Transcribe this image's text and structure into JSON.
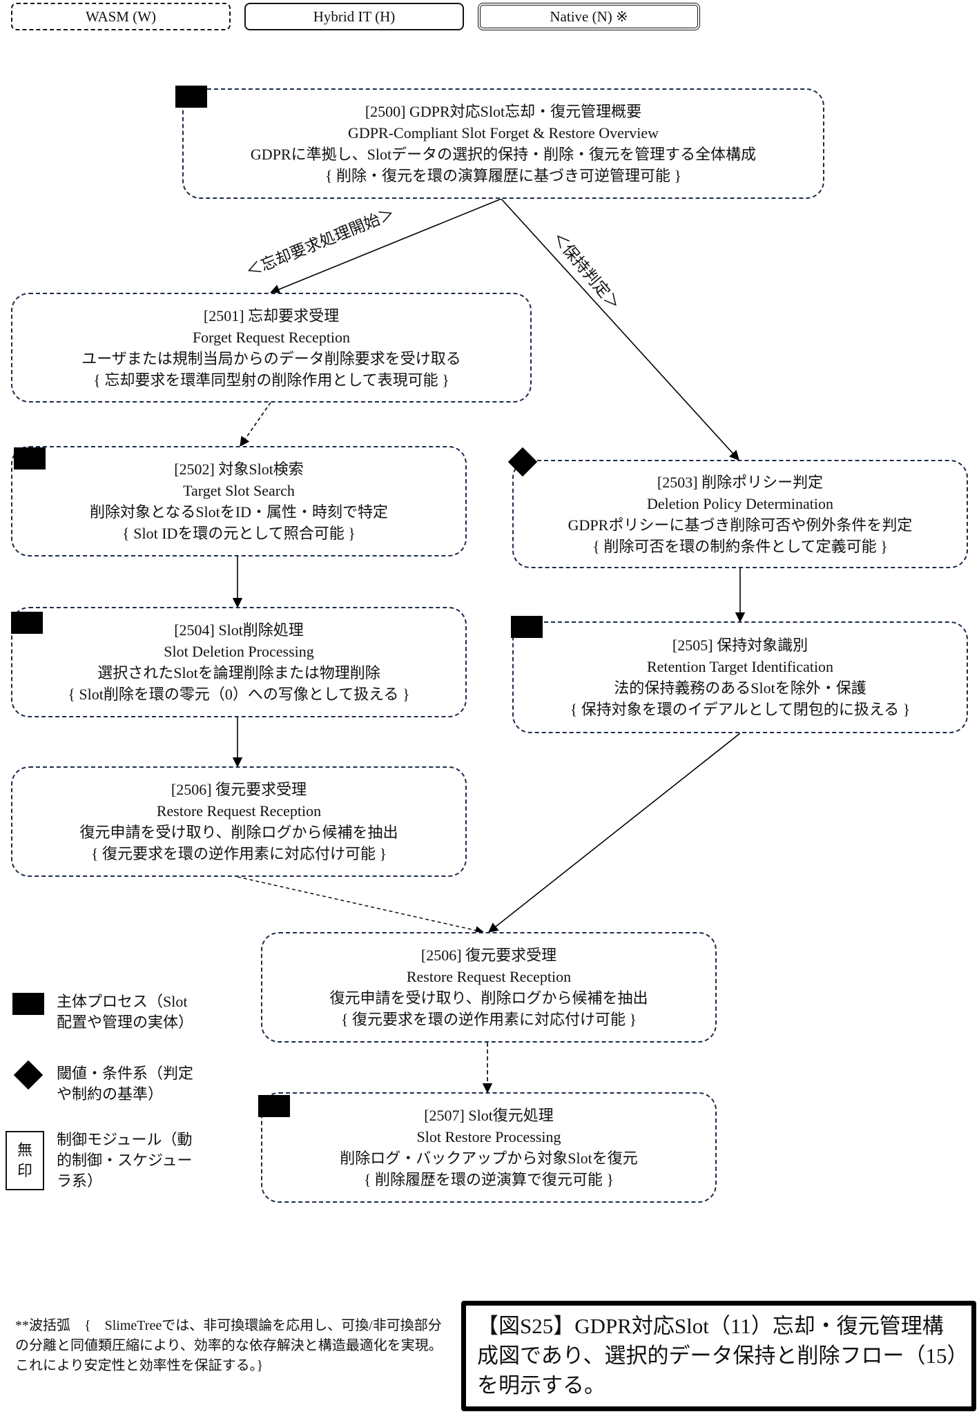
{
  "legend_top": {
    "wasm": "WASM (W)",
    "hybrid": "Hybrid IT (H)",
    "native": "Native (N) ※"
  },
  "nodes": {
    "n2500": {
      "marker": "square",
      "lines": [
        "[2500] GDPR対応Slot忘却・復元管理概要",
        "GDPR-Compliant Slot Forget & Restore Overview",
        "GDPRに準拠し、Slotデータの選択的保持・削除・復元を管理する全体構成",
        "{ 削除・復元を環の演算履歴に基づき可逆管理可能 }"
      ]
    },
    "n2501": {
      "marker": "none",
      "lines": [
        "[2501] 忘却要求受理",
        "Forget Request Reception",
        "ユーザまたは規制当局からのデータ削除要求を受け取る",
        "{ 忘却要求を環準同型射の削除作用として表現可能 }"
      ]
    },
    "n2502": {
      "marker": "square",
      "lines": [
        "[2502] 対象Slot検索",
        "Target Slot Search",
        "削除対象となるSlotをID・属性・時刻で特定",
        "{ Slot IDを環の元として照合可能 }"
      ]
    },
    "n2503": {
      "marker": "diamond",
      "lines": [
        "[2503] 削除ポリシー判定",
        "Deletion Policy Determination",
        "GDPRポリシーに基づき削除可否や例外条件を判定",
        "{ 削除可否を環の制約条件として定義可能 }"
      ]
    },
    "n2504": {
      "marker": "square",
      "lines": [
        "[2504] Slot削除処理",
        "Slot Deletion Processing",
        "選択されたSlotを論理削除または物理削除",
        "{ Slot削除を環の零元（0）への写像として扱える }"
      ]
    },
    "n2505": {
      "marker": "square",
      "lines": [
        "[2505] 保持対象識別",
        "Retention Target Identification",
        "法的保持義務のあるSlotを除外・保護",
        "{ 保持対象を環のイデアルとして閉包的に扱える }"
      ]
    },
    "n2506a": {
      "marker": "none",
      "lines": [
        "[2506] 復元要求受理",
        "Restore Request Reception",
        "復元申請を受け取り、削除ログから候補を抽出",
        "{ 復元要求を環の逆作用素に対応付け可能 }"
      ]
    },
    "n2506b": {
      "marker": "none",
      "lines": [
        "[2506] 復元要求受理",
        "Restore Request Reception",
        "復元申請を受け取り、削除ログから候補を抽出",
        "{ 復元要求を環の逆作用素に対応付け可能 }"
      ]
    },
    "n2507": {
      "marker": "square",
      "lines": [
        "[2507] Slot復元処理",
        "Slot Restore Processing",
        "削除ログ・バックアップから対象Slotを復元",
        "{ 削除履歴を環の逆演算で復元可能 }"
      ]
    }
  },
  "edges": [
    {
      "from": "n2500",
      "to": "n2501",
      "style": "solid",
      "label": "＜忘却要求処理開始＞"
    },
    {
      "from": "n2500",
      "to": "n2503",
      "style": "solid",
      "label": "＜保持判定＞"
    },
    {
      "from": "n2501",
      "to": "n2502",
      "style": "dashed",
      "label": ""
    },
    {
      "from": "n2502",
      "to": "n2504",
      "style": "solid",
      "label": ""
    },
    {
      "from": "n2503",
      "to": "n2505",
      "style": "solid",
      "label": ""
    },
    {
      "from": "n2504",
      "to": "n2506a",
      "style": "solid",
      "label": ""
    },
    {
      "from": "n2505",
      "to": "n2506b",
      "style": "solid",
      "label": ""
    },
    {
      "from": "n2506a",
      "to": "n2506b",
      "style": "dashed",
      "label": ""
    },
    {
      "from": "n2506b",
      "to": "n2507",
      "style": "dashed",
      "label": ""
    }
  ],
  "key": {
    "square": [
      "主体プロセス（Slot",
      "配置や管理の実体）"
    ],
    "diamond": [
      "閾値・条件系（判定",
      "や制約の基準）"
    ],
    "none_box": [
      "無",
      "印"
    ],
    "none": [
      "制御モジュール（動",
      "的制御・スケジュー",
      "ラ系）"
    ]
  },
  "footnote": "**波括弧　{　SlimeTreeでは、非可換環論を応用し、可換/非可換部分の分離と同値類圧縮により、効率的な依存解決と構造最適化を実現。これにより安定性と効率性を保証する。}",
  "caption": "【図S25】GDPR対応Slot（11）忘却・復元管理構成図であり、選択的データ保持と削除フロー（15）を明示する。"
}
